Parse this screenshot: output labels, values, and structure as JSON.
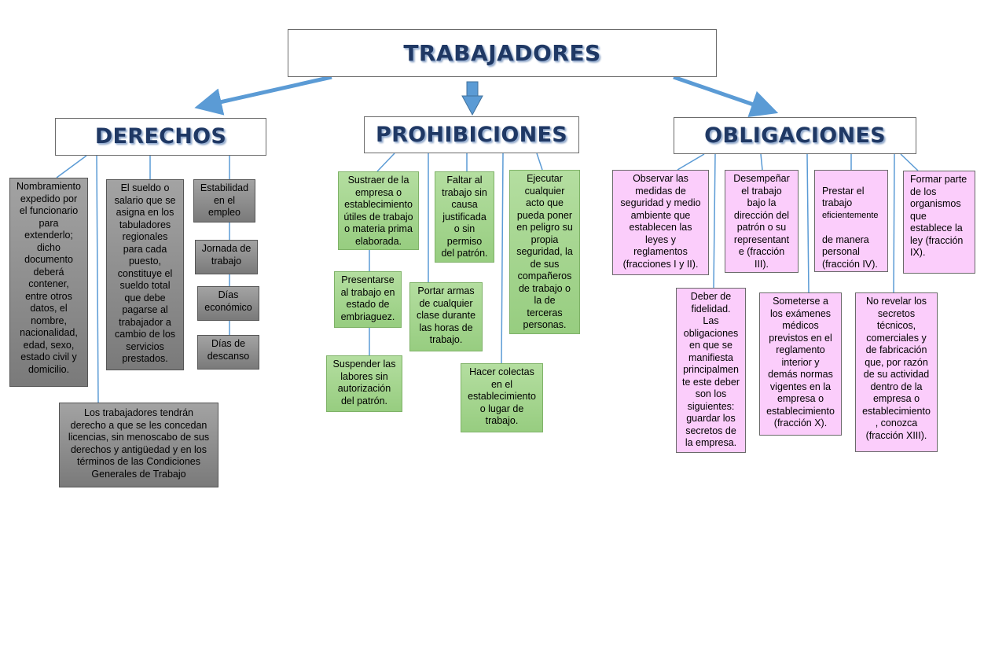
{
  "root": {
    "label": "TRABAJADORES"
  },
  "categories": {
    "derechos": "DERECHOS",
    "prohibiciones": "PROHIBICIONES",
    "obligaciones": "OBLIGACIONES"
  },
  "derechos": {
    "nombramiento": "Nombramiento\nexpedido por\nel funcionario\npara\nextenderlo;\ndicho\ndocumento\ndeberá\ncontener,\nentre otros\ndatos, el\nnombre,\nnacionalidad,\nedad, sexo,\nestado civil y\ndomicilio.",
    "sueldo": "El sueldo o\nsalario que se\nasigna en los\ntabuladores\nregionales\npara cada\npuesto,\nconstituye el\nsueldo total\nque debe\npagarse al\ntrabajador a\ncambio de los\nservicios\nprestados.",
    "estabilidad": "Estabilidad\nen el\nempleo",
    "jornada": "Jornada de\ntrabajo",
    "dias_economico": "Días\neconómico",
    "dias_descanso": "Días de\ndescanso",
    "licencias": "Los trabajadores tendrán\nderecho a que se les concedan\nlicencias, sin menoscabo de sus\nderechos y antigüedad y en los\ntérminos de las Condiciones\nGenerales de Trabajo"
  },
  "prohibiciones": {
    "sustraer": "Sustraer de la\nempresa o\nestablecimiento\nútiles de trabajo\no materia prima\nelaborada.",
    "faltar": "Faltar al\ntrabajo sin\ncausa\njustificada\no sin\npermiso\ndel patrón.",
    "ejecutar": "Ejecutar\ncualquier\nacto que\npueda poner\nen peligro su\npropia\nseguridad, la\nde sus\ncompañeros\nde trabajo o\nla de\nterceras\npersonas.",
    "presentarse": "Presentarse\nal trabajo en\nestado de\nembriaguez.",
    "portar": "Portar armas\nde cualquier\nclase durante\nlas horas de\ntrabajo.",
    "suspender": "Suspender las\nlabores sin\nautorización\ndel patrón.",
    "colectas": "Hacer colectas\nen el\nestablecimiento\no lugar de\ntrabajo."
  },
  "obligaciones": {
    "observar": "Observar las\nmedidas de\nseguridad y medio\nambiente que\nestablecen las\nleyes y\nreglamentos\n(fracciones I y II).",
    "desempenar": "Desempeñar\nel trabajo\nbajo la\ndirección del\npatrón o su\nrepresentant\ne (fracción\nIII).",
    "prestar_a": "Prestar el\ntrabajo",
    "prestar_b": "eficientemente",
    "prestar_c": "de manera\npersonal\n(fracción IV).",
    "formar": "Formar parte\nde los\norganismos\nque\nestablece la\nley (fracción\nIX).",
    "fidelidad": "Deber de\nfidelidad.\nLas\nobligaciones\nen que se\nmanifiesta\nprincipalmen\nte este deber\nson los\nsiguientes:\nguardar los\nsecretos de\nla empresa.",
    "examenes": "Someterse a\nlos exámenes\nmédicos\nprevistos en el\nreglamento\ninterior y\ndemás normas\nvigentes en la\nempresa o\nestablecimiento\n(fracción X).",
    "secretos": "No revelar los\nsecretos\ntécnicos,\ncomerciales y\nde fabricación\nque, por razón\nde su actividad\ndentro de la\nempresa o\nestablecimiento\n, conozca\n(fracción XIII)."
  },
  "colors": {
    "title_text": "#1f3864",
    "arrow": "#5b9bd5",
    "connector": "#5b9bd5",
    "derechos_box": "#8c8c8c",
    "prohibiciones_box": "#a9d18e",
    "obligaciones_box": "#fbcdfb"
  }
}
